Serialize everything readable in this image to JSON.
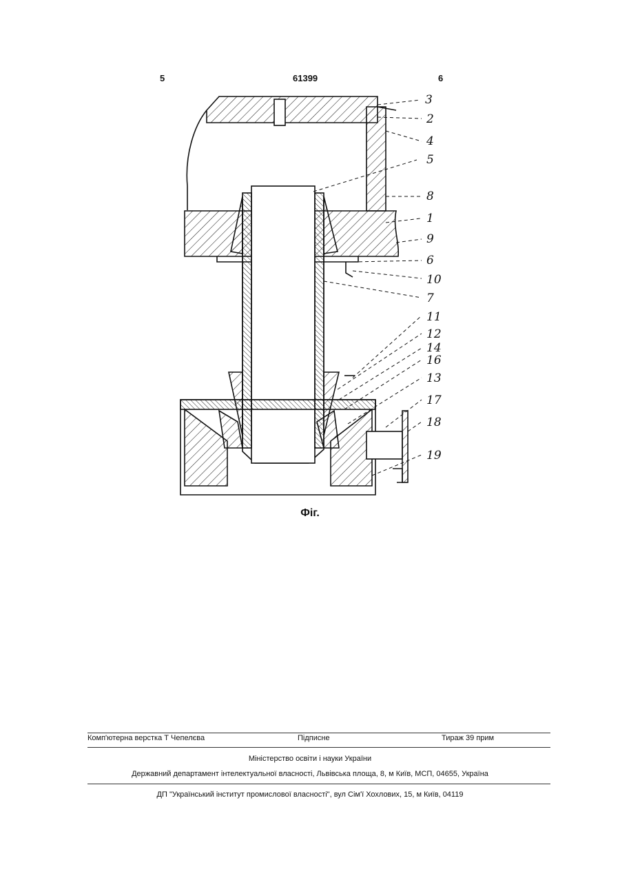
{
  "header": {
    "page_left": "5",
    "patent_number": "61399",
    "page_right": "6"
  },
  "figure": {
    "caption": "Фіг.",
    "callouts": [
      "3",
      "2",
      "4",
      "5",
      "8",
      "1",
      "9",
      "6",
      "10",
      "7",
      "11",
      "12",
      "14",
      "16",
      "13",
      "17",
      "18",
      "19"
    ]
  },
  "footer": {
    "typesetter": "Комп'ютерна верстка Т  Чепелєва",
    "signed": "Підписне",
    "circulation": "Тираж 39 прим",
    "ministry": "Міністерство освіти і науки України",
    "department": "Державний департамент інтелектуальної власності, Львівська площа, 8, м  Київ, МСП, 04655, Україна",
    "institute": "ДП \"Український інститут промислової власності\", вул  Сім'ї Хохлових, 15, м  Київ, 04119"
  }
}
